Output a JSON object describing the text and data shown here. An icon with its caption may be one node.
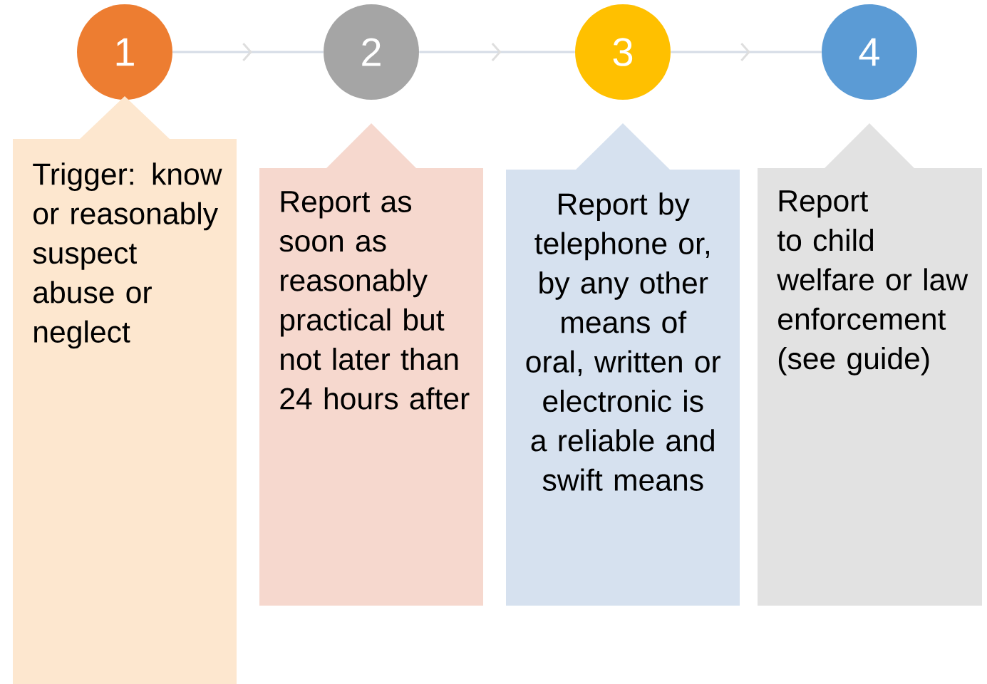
{
  "diagram": {
    "nodes": [
      {
        "text": [
          "1"
        ]
      },
      {
        "text": [
          "Trigger: know or reasonably suspect abuse or neglect"
        ]
      },
      {
        "text": [
          "2"
        ]
      },
      {
        "text": [
          "Report as soon as reasonably practical but not later than 24 hours after"
        ]
      },
      {
        "text": [
          "3"
        ]
      },
      {
        "text": [
          "Report by telephone or, by any other means of oral, written or electronic is a reliable and swift means"
        ]
      },
      {
        "text": [
          "4"
        ]
      },
      {
        "text": [
          "Report to child welfare or law enforcement (see guide)"
        ]
      }
    ],
    "edges": [
      {
        "from": 0,
        "to": 2,
        "arrow": "to"
      },
      {
        "from": 2,
        "to": 4,
        "arrow": "to"
      },
      {
        "from": 4,
        "to": 6,
        "arrow": "to"
      }
    ]
  }
}
